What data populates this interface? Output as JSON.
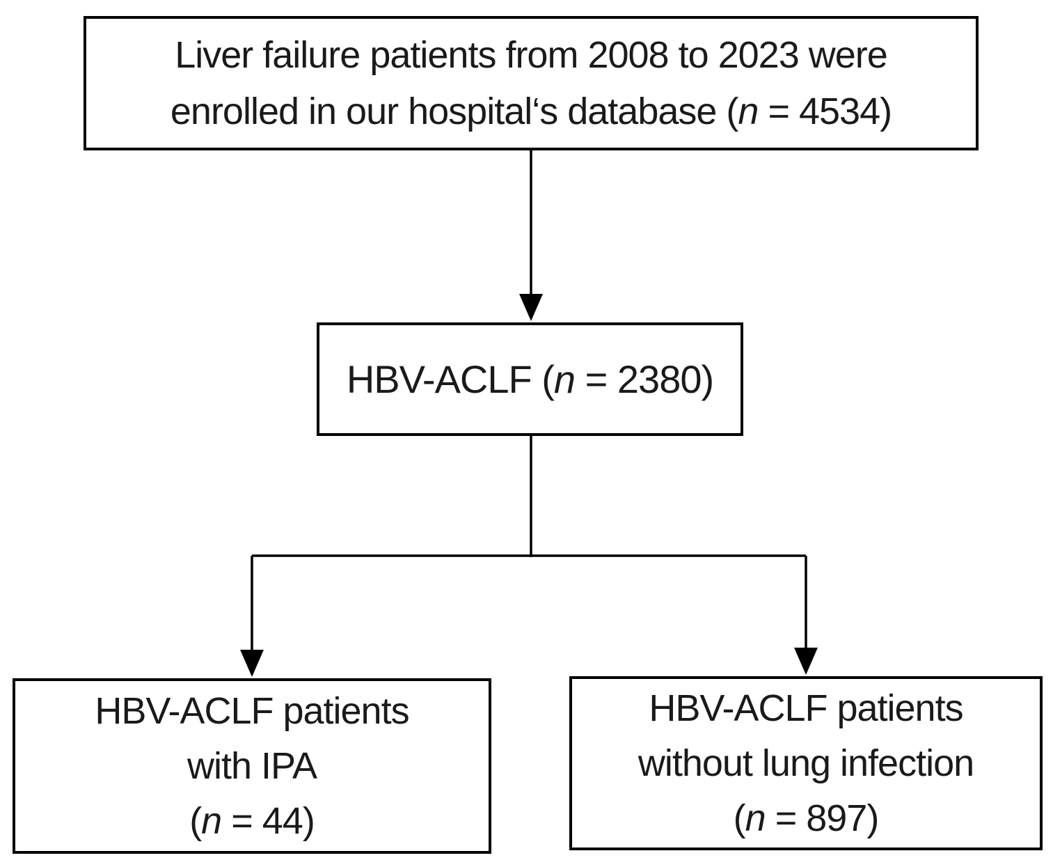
{
  "figure": {
    "colors": {
      "bg_color": "#ffffff",
      "line_color": "#000000",
      "text_color": "#1a1a1a"
    },
    "nodes": {
      "enrollment": {
        "line1": "Liver failure patients from 2008 to 2023 were",
        "line2_pre": "enrolled in our hospital‘s database (",
        "n_var": "n",
        "line2_post": " = 4534)"
      },
      "hbv_aclf": {
        "pre": "HBV-ACLF (",
        "n_var": "n",
        "post": " = 2380)"
      },
      "with_ipa": {
        "line1": "HBV-ACLF patients",
        "line2": "with IPA",
        "line3_pre": "(",
        "n_var": "n",
        "line3_post": " = 44)"
      },
      "without_lung_infection": {
        "line1": "HBV-ACLF patients",
        "line2": "without lung infection",
        "line3_pre": "(",
        "n_var": "n",
        "line3_post": " = 897)"
      }
    }
  }
}
